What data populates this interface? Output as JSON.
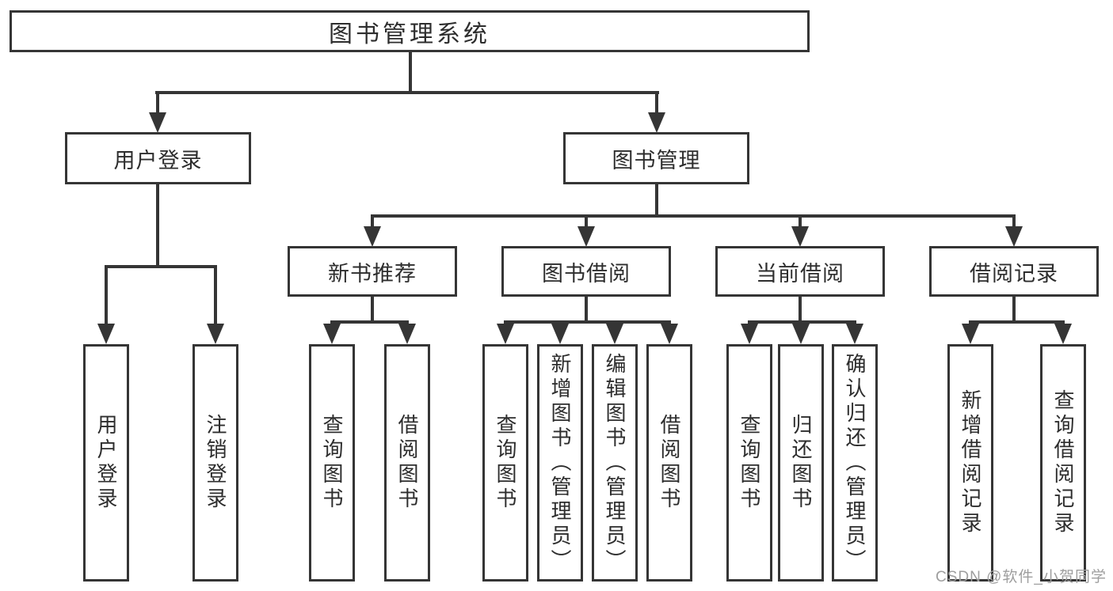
{
  "tree": {
    "label": "图书管理系统",
    "children": [
      {
        "label": "用户登录",
        "children": [
          {
            "label": "用户登录"
          },
          {
            "label": "注销登录"
          }
        ]
      },
      {
        "label": "图书管理",
        "children": [
          {
            "label": "新书推荐",
            "children": [
              {
                "label": "查询图书"
              },
              {
                "label": "借阅图书"
              }
            ]
          },
          {
            "label": "图书借阅",
            "children": [
              {
                "label": "查询图书"
              },
              {
                "label": "新增图书（管理员）"
              },
              {
                "label": "编辑图书（管理员）"
              },
              {
                "label": "借阅图书"
              }
            ]
          },
          {
            "label": "当前借阅",
            "children": [
              {
                "label": "查询图书"
              },
              {
                "label": "归还图书"
              },
              {
                "label": "确认归还（管理员）"
              }
            ]
          },
          {
            "label": "借阅记录",
            "children": [
              {
                "label": "新增借阅记录"
              },
              {
                "label": "查询借阅记录"
              }
            ]
          }
        ]
      }
    ]
  },
  "watermark": {
    "text": "CSDN @软件_小贺同学"
  },
  "colors": {
    "line": "#353535",
    "text": "#2d2d2d",
    "watermark": "#9e9e9e",
    "background": "#ffffff"
  }
}
